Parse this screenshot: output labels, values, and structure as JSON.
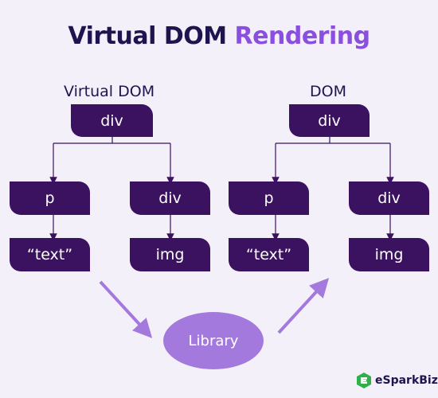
{
  "title": {
    "part1": "Virtual DOM",
    "part2": "Rendering"
  },
  "left_tree": {
    "label": "Virtual DOM",
    "root": "div",
    "child_left": "p",
    "child_right": "div",
    "leaf_left": "“text”",
    "leaf_right": "img"
  },
  "right_tree": {
    "label": "DOM",
    "root": "div",
    "child_left": "p",
    "child_right": "div",
    "leaf_left": "“text”",
    "leaf_right": "img"
  },
  "library": "Library",
  "brand": {
    "name": "eSparkBiz"
  },
  "colors": {
    "node": "#3b1260",
    "accent": "#8a4fe0",
    "ellipse": "#a479de",
    "background": "#f4f0fa",
    "logo_green": "#2fb04a"
  }
}
